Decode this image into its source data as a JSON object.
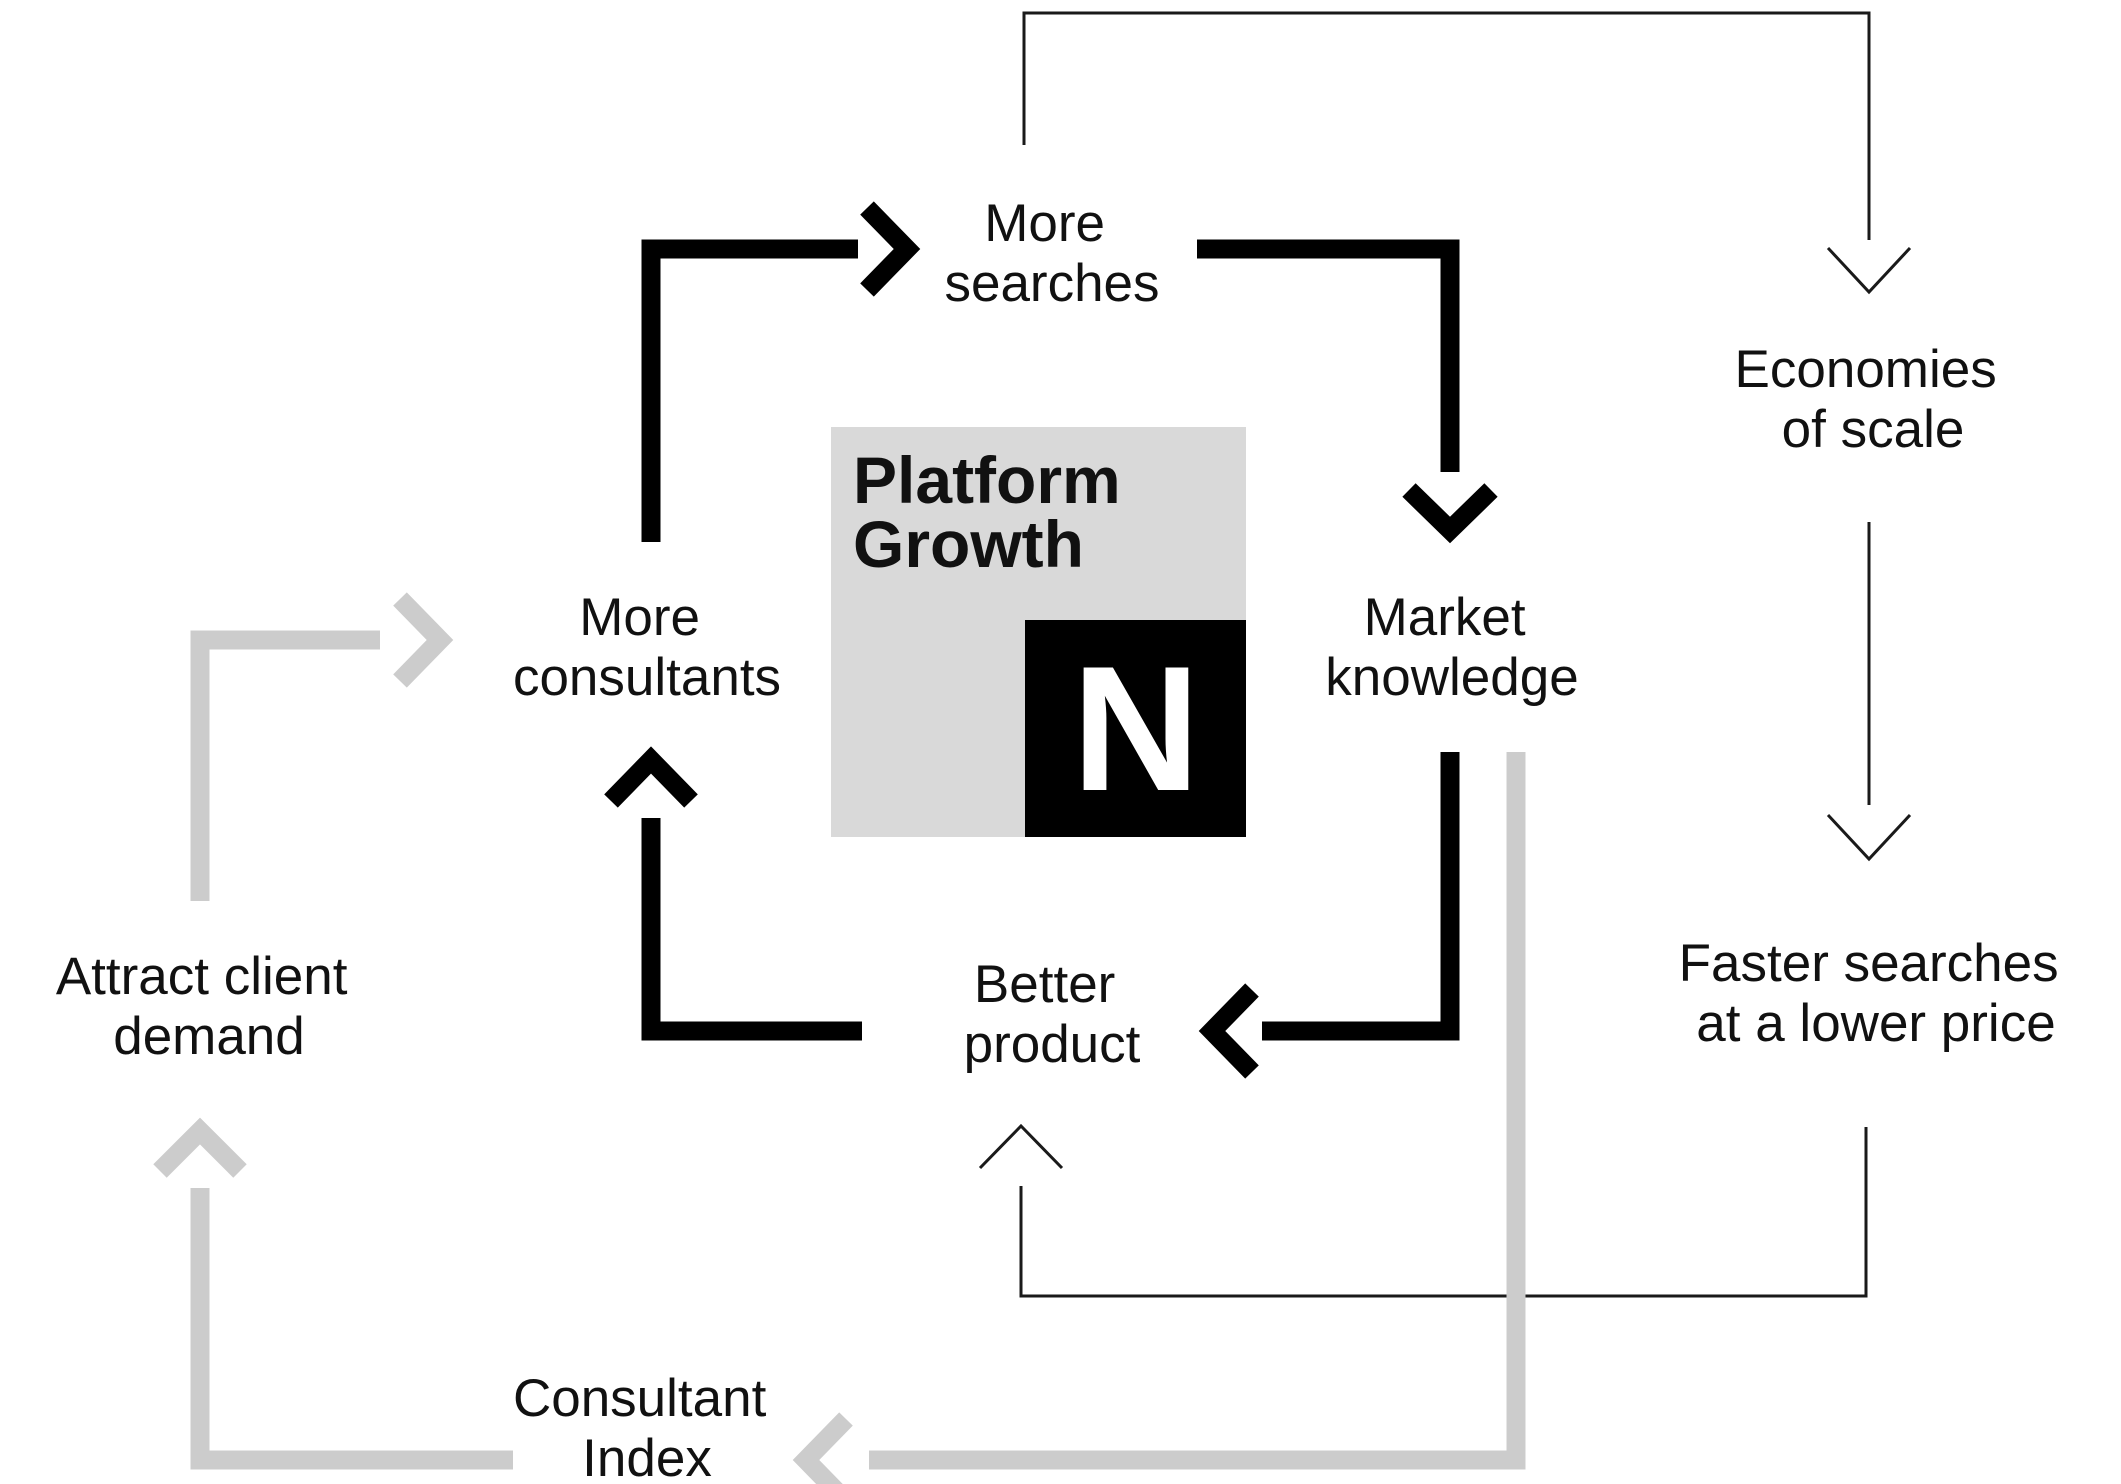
{
  "colors": {
    "primary_loop": "#000000",
    "outer_loop": "#cccccc",
    "thin_loop": "#1a1a1a",
    "center_panel": "#d9d9d9",
    "logo_bg": "#000000",
    "logo_fg": "#ffffff"
  },
  "center": {
    "title_line1": "Platform",
    "title_line2": "Growth",
    "logo_letter": "N"
  },
  "nodes": {
    "more_searches": {
      "line1": "More",
      "line2": "searches"
    },
    "market_knowledge": {
      "line1": "Market",
      "line2": "knowledge"
    },
    "better_product": {
      "line1": "Better",
      "line2": "product"
    },
    "more_consultants": {
      "line1": "More",
      "line2": "consultants"
    },
    "economies_of_scale": {
      "line1": "Economies",
      "line2": "of scale"
    },
    "faster_searches": {
      "line1": "Faster searches",
      "line2": "at a lower price"
    },
    "attract_client_demand": {
      "line1": "Attract client",
      "line2": "demand"
    },
    "consultant_index": {
      "line1": "Consultant",
      "line2": "Index"
    }
  }
}
